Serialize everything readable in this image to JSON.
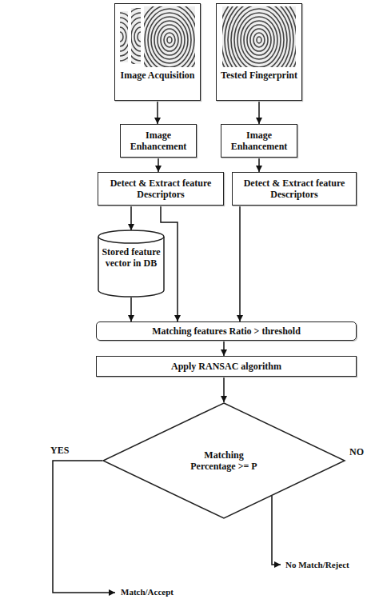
{
  "diagram": {
    "nodes": [
      {
        "text": [
          "Image Acquisition"
        ]
      },
      {
        "text": [
          "Tested Fingerprint"
        ]
      },
      {
        "text": [
          "Image Enhancement"
        ]
      },
      {
        "text": [
          "Image Enhancement"
        ]
      },
      {
        "text": [
          "Detect & Extract feature Descriptors"
        ]
      },
      {
        "text": [
          "Detect & Extract feature Descriptors"
        ]
      },
      {
        "text": [
          "Stored feature vector in DB"
        ]
      },
      {
        "text": [
          "Matching features Ratio > threshold"
        ]
      },
      {
        "text": [
          "Apply RANSAC algorithm"
        ]
      },
      {
        "text": [
          "Matching Percentage >= P"
        ]
      }
    ],
    "edges": [
      {
        "from": 0,
        "to": 2,
        "arrow": "to"
      },
      {
        "from": 1,
        "to": 3,
        "arrow": "to"
      },
      {
        "from": 2,
        "to": 4,
        "arrow": "to"
      },
      {
        "from": 3,
        "to": 5,
        "arrow": "to"
      },
      {
        "from": 4,
        "to": 6,
        "arrow": "to"
      },
      {
        "from": 4,
        "to": 7,
        "arrow": "to"
      },
      {
        "from": 6,
        "to": 7,
        "arrow": "to"
      },
      {
        "from": 5,
        "to": 7,
        "arrow": "to"
      },
      {
        "from": 7,
        "to": 8,
        "arrow": "to"
      },
      {
        "from": 8,
        "to": 9,
        "arrow": "to"
      }
    ],
    "labels": [
      "YES",
      "NO",
      "No Match/Reject",
      "Match/Accept"
    ]
  }
}
